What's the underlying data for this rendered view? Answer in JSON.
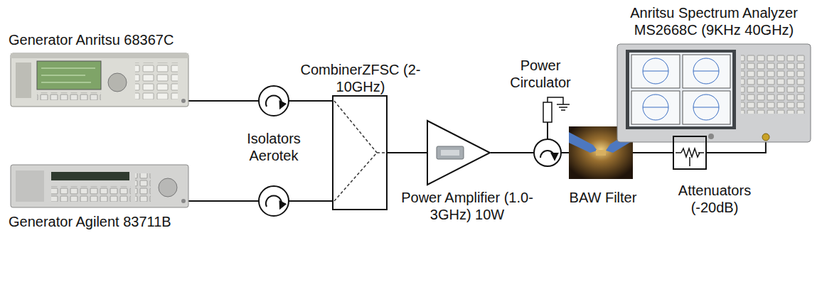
{
  "diagram": {
    "nodes": [
      {
        "text": [
          "Generator Anritsu 68367C"
        ]
      },
      {
        "text": [
          "Generator Agilent 83711B"
        ]
      },
      {
        "text": [
          "CombinerZFSC (2-10GHz)"
        ]
      },
      {
        "text": [
          "Power Amplifier (1.0-3GHz) 10W"
        ]
      },
      {
        "text": [
          "Power Circulator"
        ]
      },
      {
        "text": [
          "BAW Filter"
        ]
      },
      {
        "text": [
          "Attenuators (-20dB)"
        ]
      },
      {
        "text": [
          "Anritsu Spectrum Analyzer MS2668C (9KHz 40GHz)"
        ]
      }
    ],
    "edges": [
      {
        "from": 0,
        "to": 2,
        "arrow": "none"
      },
      {
        "from": 1,
        "to": 2,
        "arrow": "none"
      },
      {
        "from": 2,
        "to": 3,
        "arrow": "none"
      },
      {
        "from": 3,
        "to": 4,
        "arrow": "none"
      },
      {
        "from": 4,
        "to": 5,
        "arrow": "none"
      },
      {
        "from": 5,
        "to": 6,
        "arrow": "none"
      },
      {
        "from": 6,
        "to": 7,
        "arrow": "none"
      }
    ],
    "labels": [
      "Isolators Aerotek"
    ]
  }
}
